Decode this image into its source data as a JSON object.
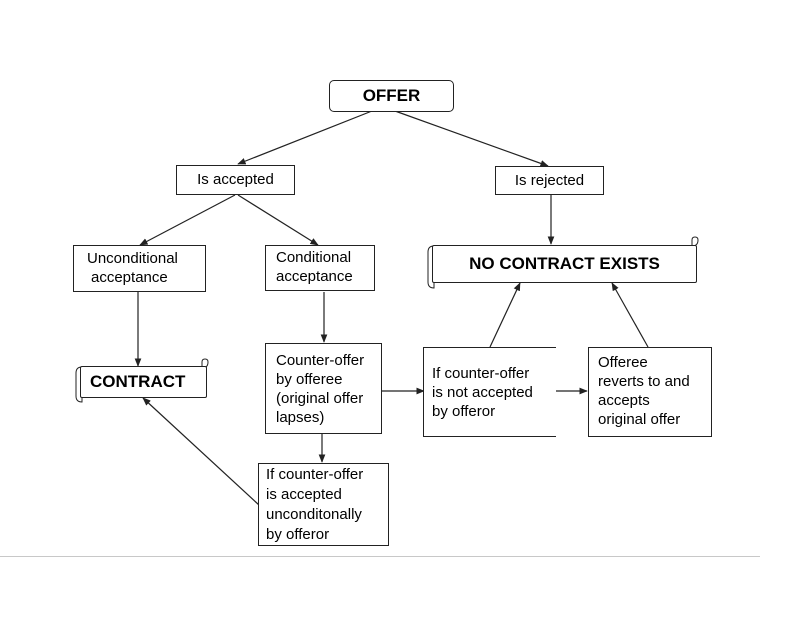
{
  "nodes": {
    "offer": "OFFER",
    "is_accepted": "Is accepted",
    "is_rejected": "Is rejected",
    "unconditional_acceptance": [
      "Unconditional",
      "acceptance"
    ],
    "conditional_acceptance": [
      "Conditional",
      "acceptance"
    ],
    "no_contract_exists": "NO CONTRACT EXISTS",
    "contract": "CONTRACT",
    "counter_offer_by_offeree": [
      "Counter-offer",
      "by offeree",
      "(original offer",
      "lapses)"
    ],
    "counter_offer_not_accepted": [
      "If counter-offer",
      "is not accepted",
      "by offeror"
    ],
    "offeree_reverts": [
      "Offeree",
      "reverts to and",
      "accepts",
      "original offer"
    ],
    "counter_offer_accepted": [
      "If counter-offer",
      "is accepted",
      "unconditonally",
      "by offeror"
    ]
  }
}
